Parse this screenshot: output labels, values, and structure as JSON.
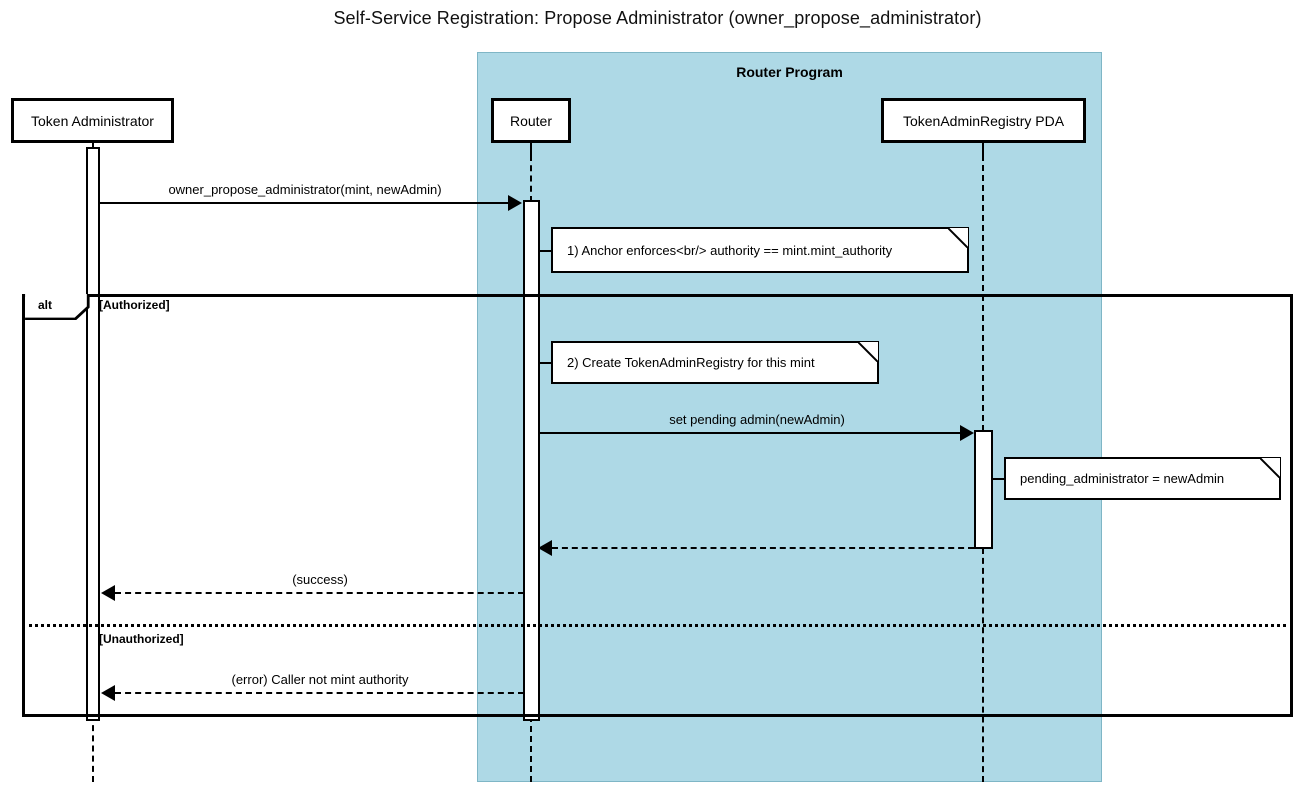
{
  "diagram": {
    "title": "Self-Service Registration: Propose Administrator (owner_propose_administrator)",
    "type": "sequence-diagram",
    "colors": {
      "group_background": "#aed9e6",
      "stroke": "#000000",
      "note_background": "#ffffff",
      "participant_background": "#ffffff"
    }
  },
  "group": {
    "label": "Router Program"
  },
  "participants": [
    {
      "id": "token-administrator",
      "label": "Token Administrator"
    },
    {
      "id": "router",
      "label": "Router"
    },
    {
      "id": "token-admin-registry-pda",
      "label": "TokenAdminRegistry PDA"
    }
  ],
  "messages": [
    {
      "id": "msg-owner-propose-administrator",
      "label": "owner_propose_administrator(mint, newAdmin)",
      "from": "token-administrator",
      "to": "router",
      "style": "solid",
      "direction": "right"
    },
    {
      "id": "msg-set-pending-admin",
      "label": "set pending admin(newAdmin)",
      "from": "router",
      "to": "token-admin-registry-pda",
      "style": "solid",
      "direction": "right"
    },
    {
      "id": "msg-pda-return",
      "label": "",
      "from": "token-admin-registry-pda",
      "to": "router",
      "style": "dashed",
      "direction": "left"
    },
    {
      "id": "msg-success",
      "label": "(success)",
      "from": "router",
      "to": "token-administrator",
      "style": "dashed",
      "direction": "left"
    },
    {
      "id": "msg-error",
      "label": "(error) Caller not mint authority",
      "from": "router",
      "to": "token-administrator",
      "style": "dashed",
      "direction": "left"
    }
  ],
  "notes": [
    {
      "id": "note-anchor-enforces",
      "text": "1) Anchor enforces<br/> authority == mint.mint_authority",
      "attached_to": "router"
    },
    {
      "id": "note-create-registry",
      "text": "2) Create TokenAdminRegistry for this mint",
      "attached_to": "router"
    },
    {
      "id": "note-pending-administrator",
      "text": "pending_administrator = newAdmin",
      "attached_to": "token-admin-registry-pda"
    }
  ],
  "fragment": {
    "operator": "alt",
    "branches": [
      {
        "condition": "[Authorized]"
      },
      {
        "condition": "[Unauthorized]"
      }
    ]
  }
}
